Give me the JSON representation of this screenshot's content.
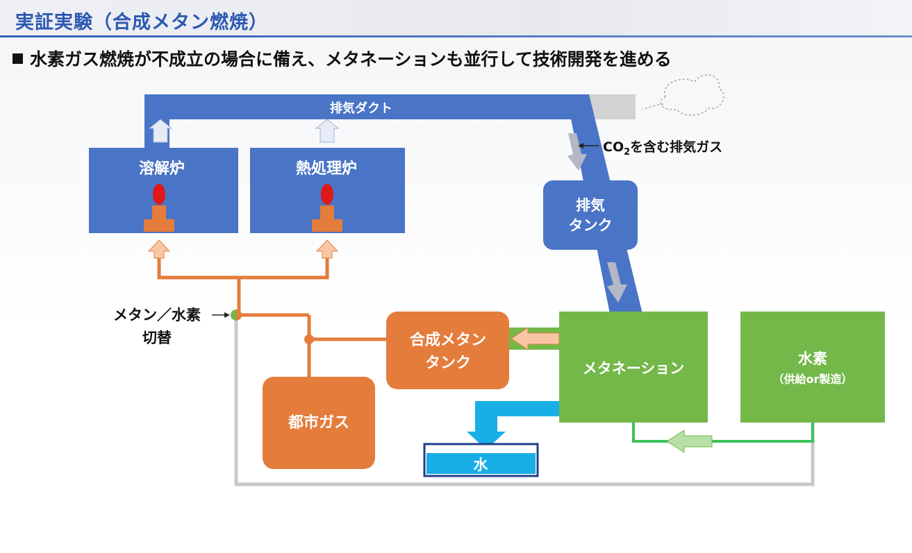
{
  "slide": {
    "title": "実証実験（合成メタン燃焼）",
    "bullet": "水素ガス燃焼が不成立の場合に備え、メタネーションも並行して技術開発を進める"
  },
  "diagram": {
    "exhaust_duct": "排気ダクト",
    "co2_label_pre": "CO",
    "co2_label_sub": "2",
    "co2_label_post": "を含む排気ガス",
    "melting_furnace": "溶解炉",
    "heat_treatment_furnace": "熱処理炉",
    "exhaust_tank_line1": "排気",
    "exhaust_tank_line2": "タンク",
    "switch_line1": "メタン／水素",
    "switch_line2": "切替",
    "synthetic_methane_tank_line1": "合成メタン",
    "synthetic_methane_tank_line2": "タンク",
    "methanation": "メタネーション",
    "hydrogen": "水素",
    "hydrogen_sub": "（供給or製造）",
    "city_gas": "都市ガス",
    "water": "水"
  },
  "colors": {
    "blue": "#4a74c6",
    "orange": "#e47c3c",
    "green": "#74b84a",
    "gray": "#c8c8c8",
    "cyan": "#1aaee6",
    "title_blue": "#2d58b0"
  }
}
